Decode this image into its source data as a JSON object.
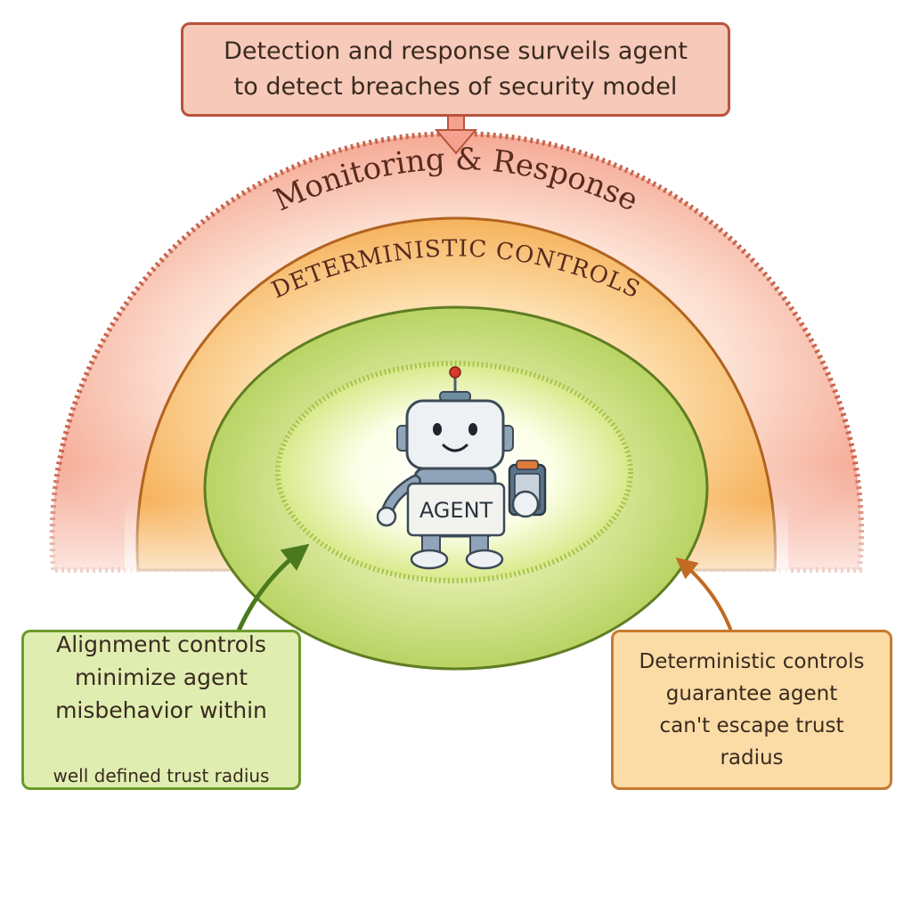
{
  "callouts": {
    "top": "Detection and response surveils agent\nto detect breaches of security model",
    "left_main": "Alignment controls\nminimize agent\nmisbehavior within",
    "left_last": "well defined trust radius",
    "right": "Deterministic controls\nguarantee agent\ncan't escape trust\nradius"
  },
  "rings": {
    "outer_label": "Monitoring & Response",
    "middle_label": "DETERMINISTIC CONTROLS"
  },
  "agent": {
    "badge": "AGENT"
  },
  "colors": {
    "outer_ring": "#f7b8a3",
    "outer_edge": "#c9644d",
    "middle_ring": "#f9c77e",
    "middle_edge": "#b0641f",
    "inner_ring": "#d6e78f",
    "inner_edge": "#5f7d22",
    "core": "#ffffff",
    "robot_body": "#8fa4b8",
    "antenna_tip": "#d63b2c"
  },
  "icons": [
    "arrow-down-icon",
    "arrow-up-right-icon",
    "arrow-up-left-icon",
    "robot-icon",
    "clipboard-icon"
  ]
}
